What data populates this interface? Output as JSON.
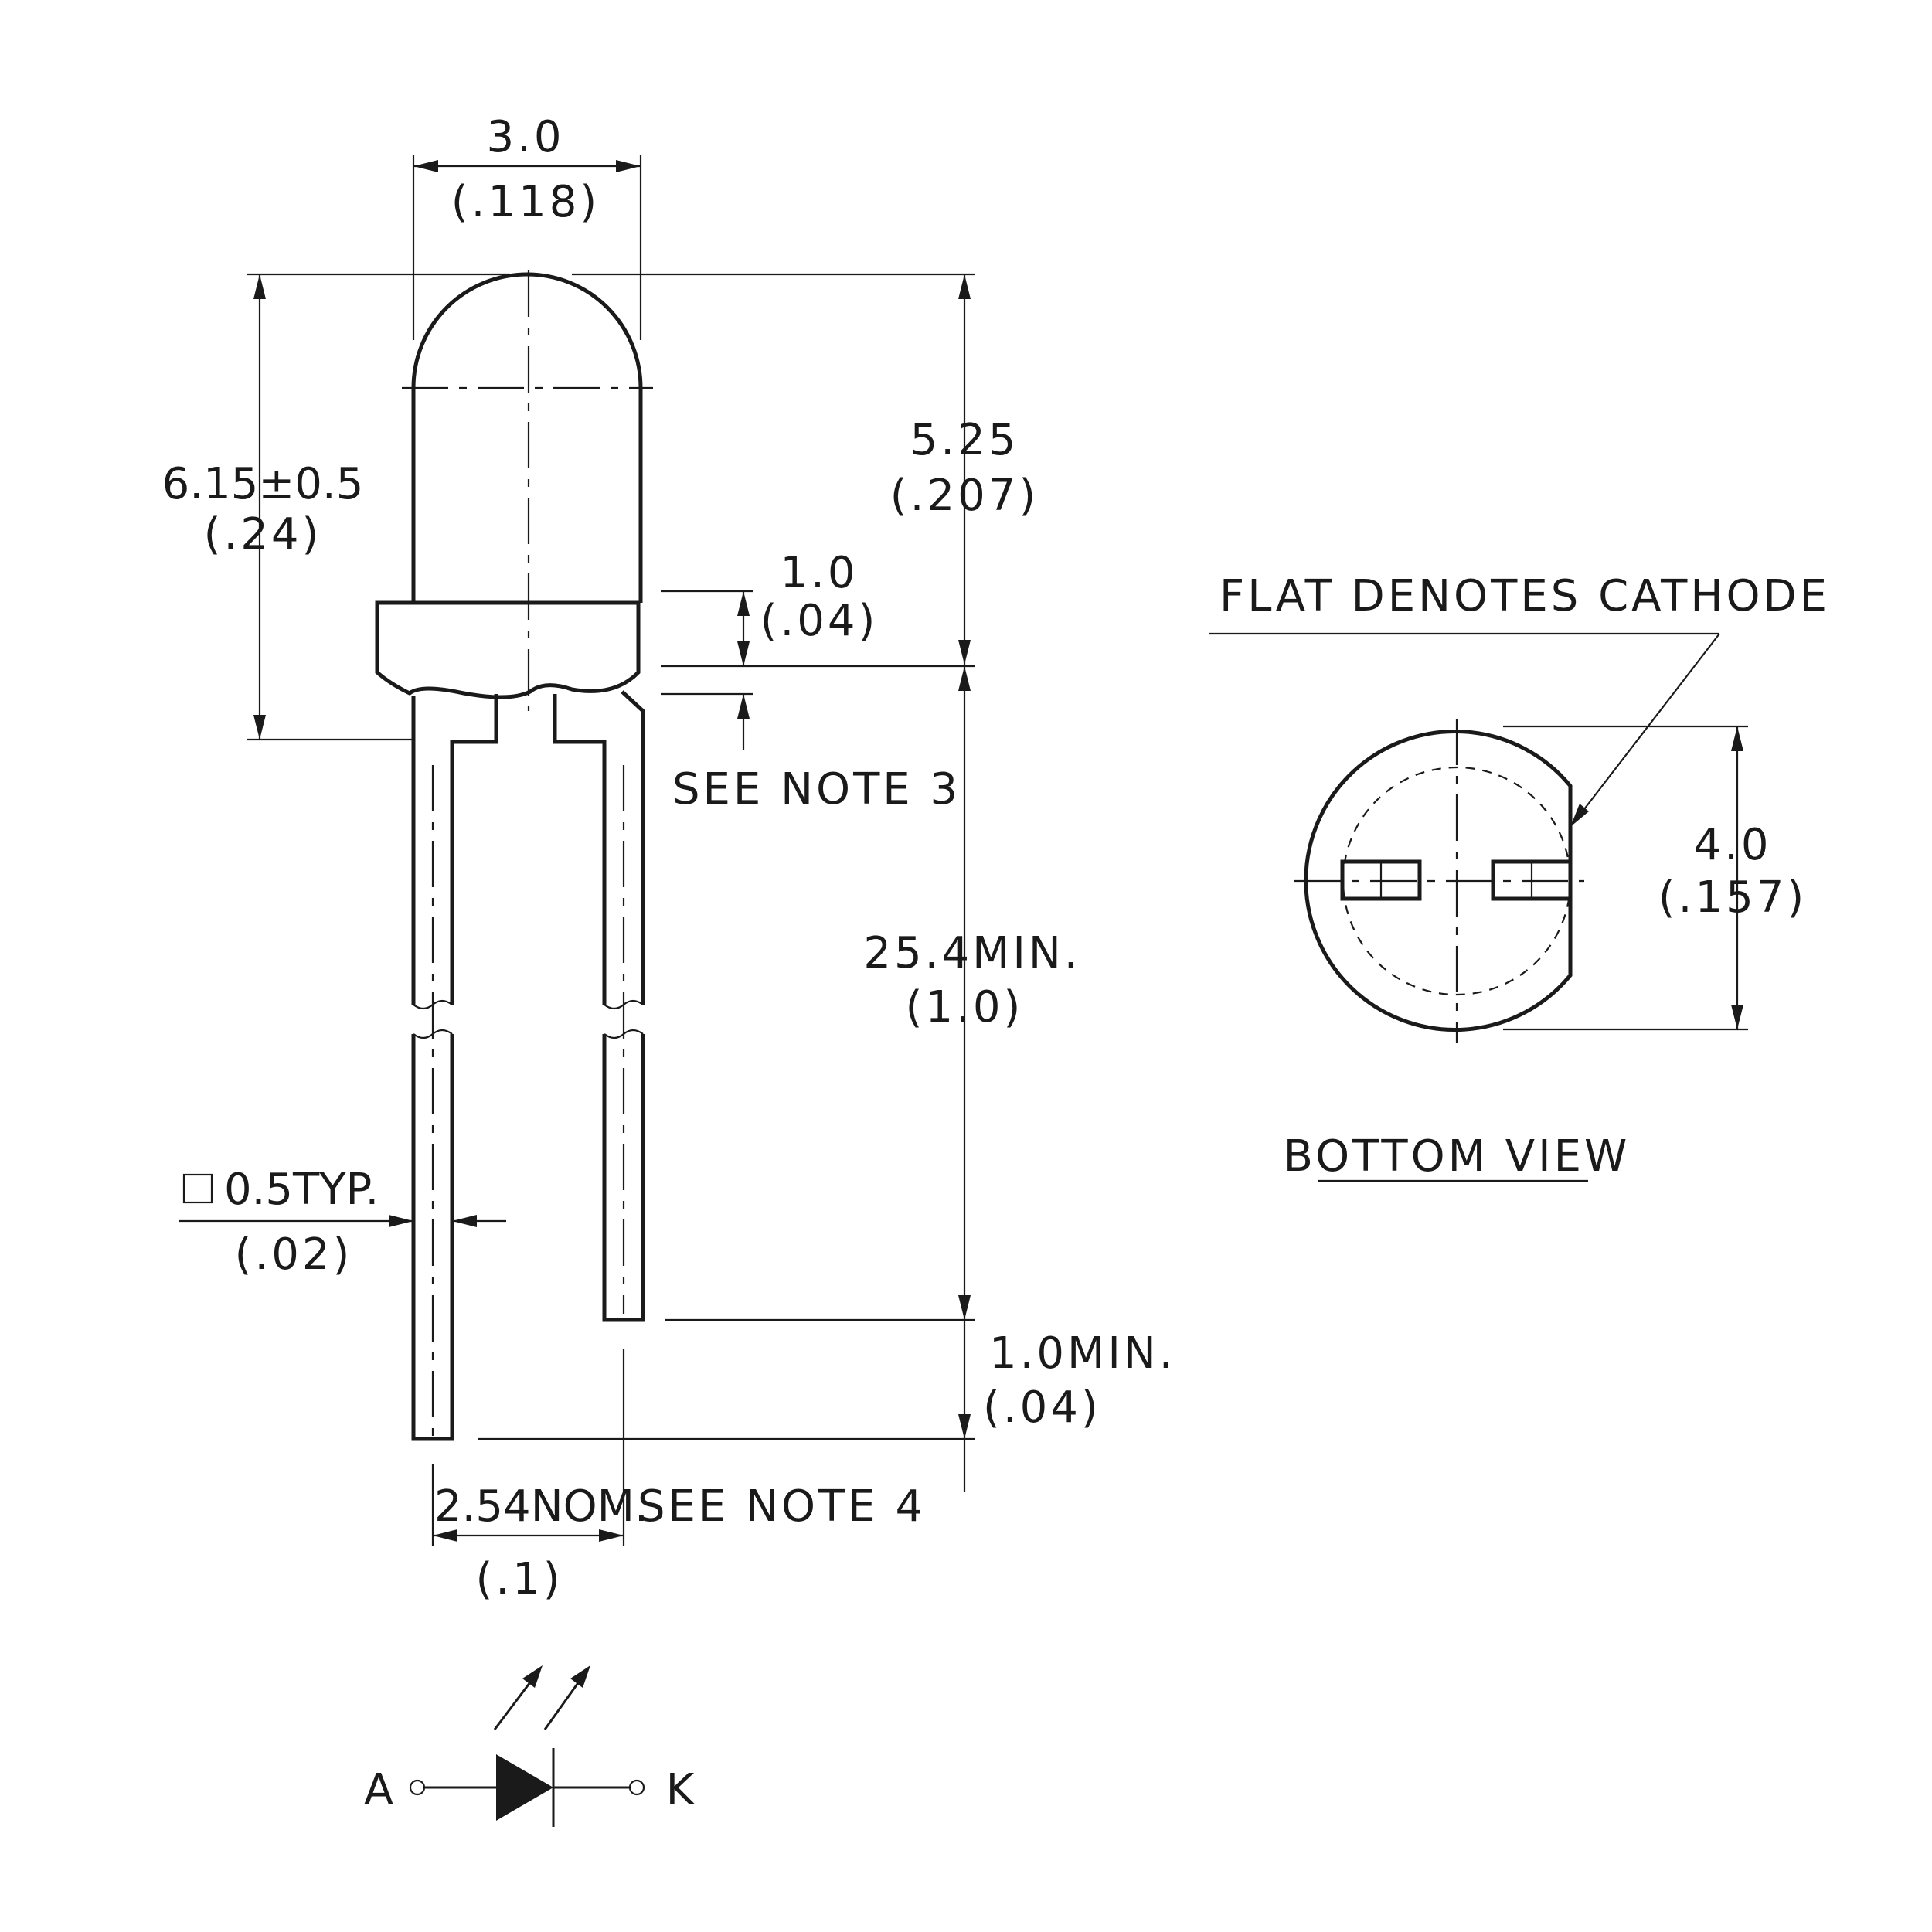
{
  "dimensions": {
    "body_diameter": {
      "mm": "3.0",
      "inch": "(.118)"
    },
    "dome_height": {
      "mm": "5.25",
      "inch": "(.207)"
    },
    "overall_height": {
      "mm": "6.15±0.5",
      "inch": "(.24)"
    },
    "flange_height": {
      "mm": "1.0",
      "inch": "(.04)"
    },
    "lead_length": {
      "mm": "25.4MIN.",
      "inch": "(1.0)"
    },
    "lead_offset": {
      "mm": "1.0MIN.",
      "inch": "(.04)"
    },
    "lead_size": {
      "mm": "0.5TYP.",
      "inch": "(.02)"
    },
    "lead_spacing": {
      "mm": "2.54NOM.",
      "inch": "(.1)"
    },
    "flat_width": {
      "mm": "4.0",
      "inch": "(.157)"
    }
  },
  "notes": {
    "note3": "SEE NOTE 3",
    "note4": "SEE NOTE 4",
    "flat_cathode": "FLAT DENOTES CATHODE"
  },
  "views": {
    "bottom_view_title": "BOTTOM VIEW"
  },
  "symbol": {
    "anode": "A",
    "cathode": "K"
  }
}
